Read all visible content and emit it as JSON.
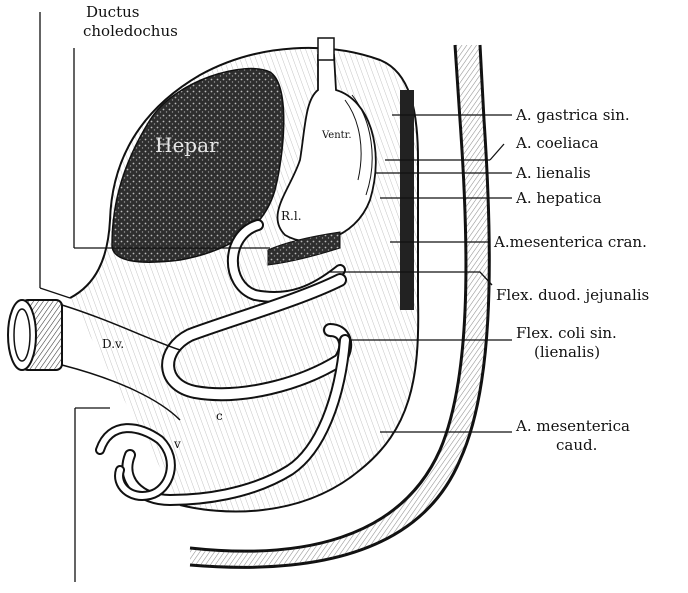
{
  "labels": {
    "ductus_line1": "Ductus",
    "ductus_line2": "choledochus",
    "a_gastrica_sin": "A. gastrica sin.",
    "a_coeliaca": "A. coeliaca",
    "a_lienalis": "A. lienalis",
    "a_hepatica": "A. hepatica",
    "a_mesenterica_cran": "A.mesenterica cran.",
    "flex_duod_jejunalis": "Flex. duod. jejunalis",
    "flex_coli_sin_line1": "Flex. coli sin.",
    "flex_coli_sin_line2": "(lienalis)",
    "a_mesenterica_caud_line1": "A. mesenterica",
    "a_mesenterica_caud_line2": "caud."
  },
  "inline_labels": {
    "hepar": "Hepar",
    "ventr": "Ventr.",
    "rl": "R.l.",
    "dv": "D.v.",
    "c": "c",
    "v": "v"
  },
  "colors": {
    "ink": "#111111",
    "shade": "#2a2a2a",
    "paper": "#ffffff"
  }
}
